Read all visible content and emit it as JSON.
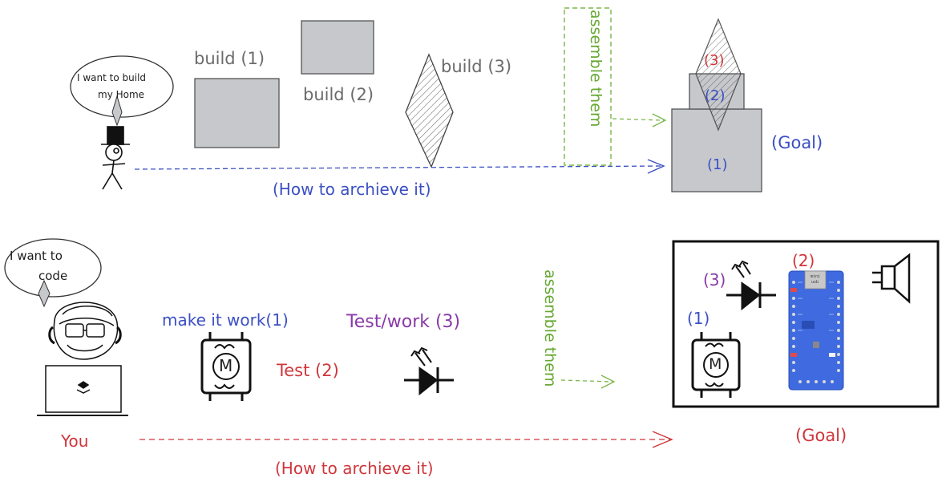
{
  "top": {
    "speech": [
      "I want to build",
      "my Home"
    ],
    "build1": "build (1)",
    "build2": "build (2)",
    "build3": "build (3)",
    "assemble": "assemble them",
    "goal": "(Goal)",
    "n1": "(1)",
    "n2": "(2)",
    "n3": "(3)",
    "how": "(How to archieve it)"
  },
  "bottom": {
    "speech": [
      "I want to",
      "code"
    ],
    "you": "You",
    "make": "make it work(1)",
    "test_work": "Test/work (3)",
    "test": "Test (2)",
    "assemble": "assemble them",
    "goal": "(Goal)",
    "n1": "(1)",
    "n2": "(2)",
    "n3": "(3)",
    "how": "(How to archieve it)",
    "motor_letter": "M",
    "board_label": [
      "mini",
      "usb"
    ]
  },
  "colors": {
    "gray": "#6b6b6b",
    "blue": "#3b4fc4",
    "red": "#d0363b",
    "purple": "#8a3aa8",
    "green": "#66a832",
    "block": "#c6c8cc",
    "board": "#3f6ae0"
  }
}
